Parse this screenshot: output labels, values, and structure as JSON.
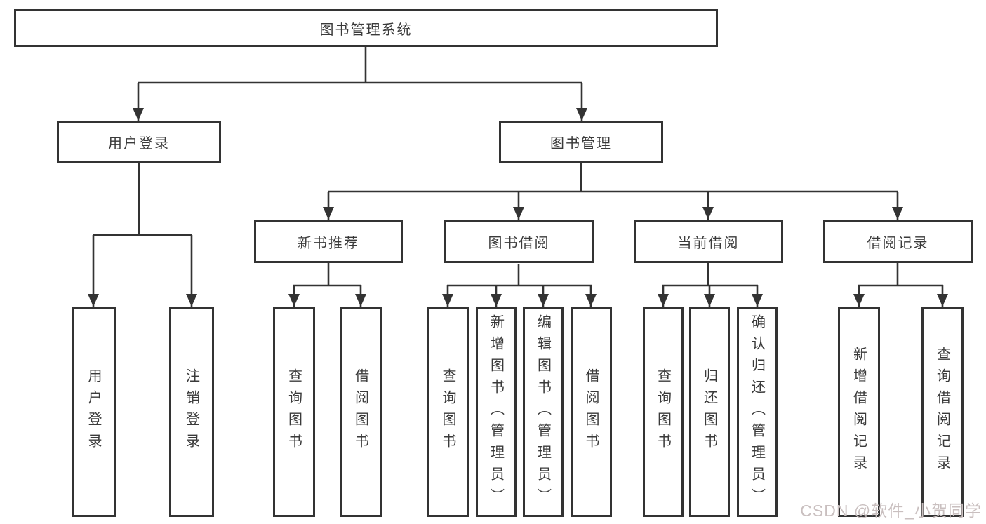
{
  "watermark": "CSDN @软件_小贺同学",
  "colors": {
    "line": "#333333",
    "text": "#3a3a3a",
    "box_bg": "#ffffff",
    "watermark": "#c9bfbf"
  },
  "tree": {
    "root": {
      "label": "图书管理系统"
    },
    "branches": [
      {
        "label": "用户登录",
        "children": [
          {
            "label": "用户登录"
          },
          {
            "label": "注销登录"
          }
        ]
      },
      {
        "label": "图书管理",
        "children": [
          {
            "label": "新书推荐",
            "children": [
              {
                "label": "查询图书"
              },
              {
                "label": "借阅图书"
              }
            ]
          },
          {
            "label": "图书借阅",
            "children": [
              {
                "label": "查询图书"
              },
              {
                "label": "新增图书（管理员）"
              },
              {
                "label": "编辑图书（管理员）"
              },
              {
                "label": "借阅图书"
              }
            ]
          },
          {
            "label": "当前借阅",
            "children": [
              {
                "label": "查询图书"
              },
              {
                "label": "归还图书"
              },
              {
                "label": "确认归还（管理员）"
              }
            ]
          },
          {
            "label": "借阅记录",
            "children": [
              {
                "label": "新增借阅记录"
              },
              {
                "label": "查询借阅记录"
              }
            ]
          }
        ]
      }
    ]
  }
}
